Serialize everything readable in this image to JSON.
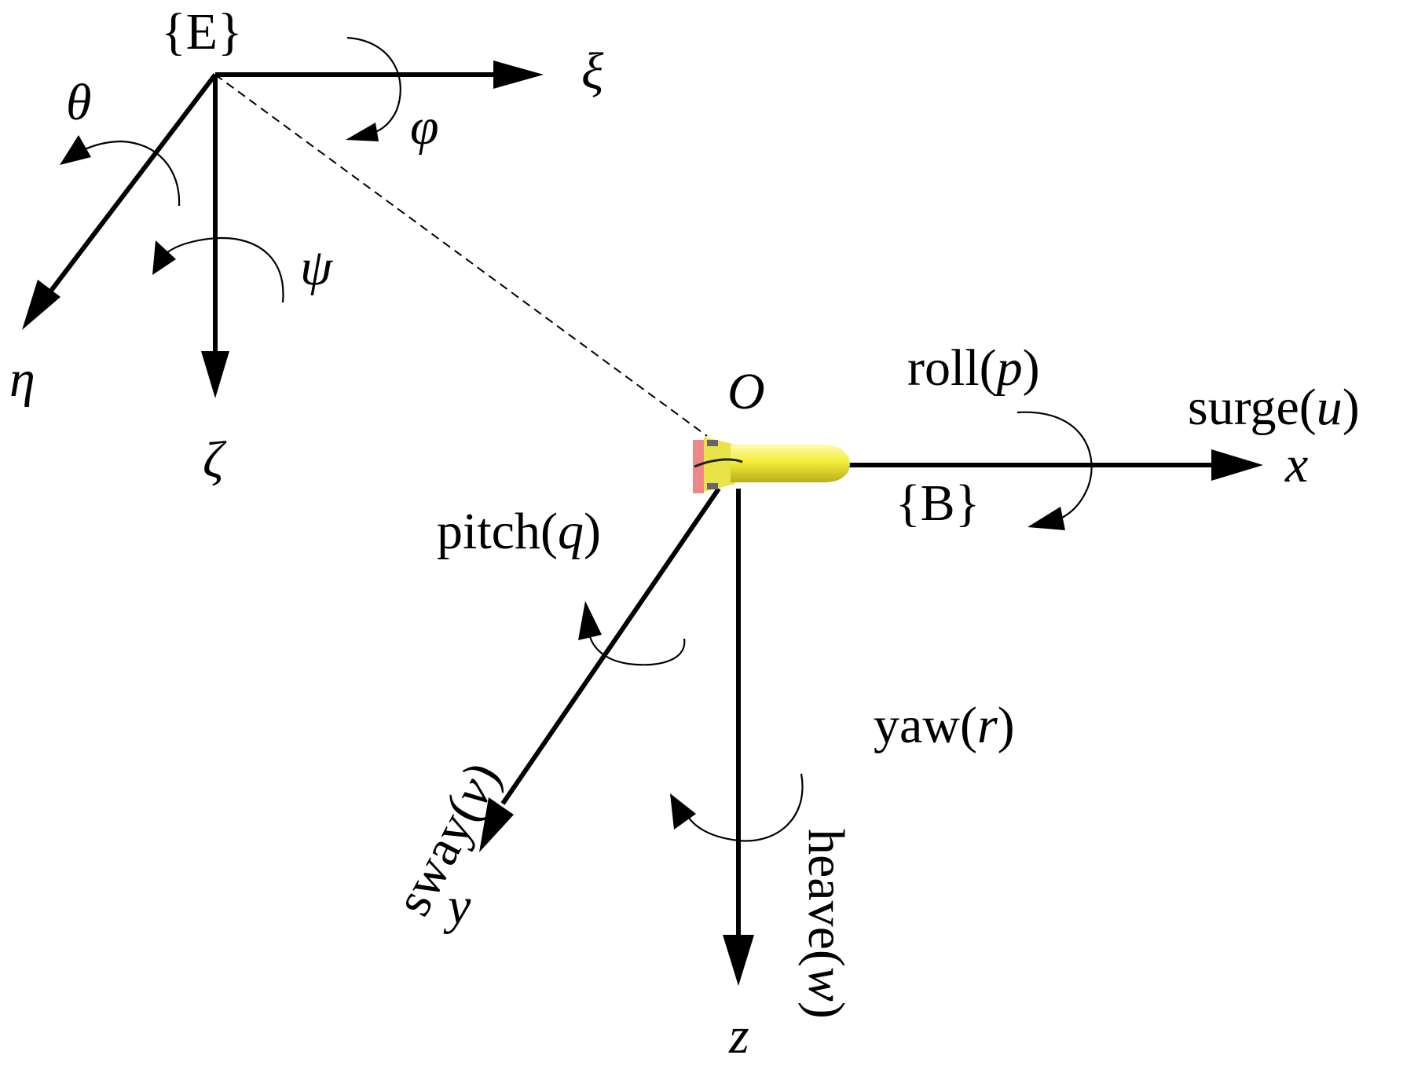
{
  "earth_frame": {
    "name": "{E}",
    "axes": {
      "xi": "ξ",
      "eta": "η",
      "zeta": "ζ"
    },
    "angles": {
      "phi": "φ",
      "theta": "θ",
      "psi": "ψ"
    }
  },
  "body_frame": {
    "name": "{B}",
    "origin": "O",
    "x_axis": {
      "symbol": "x",
      "motion": "surge",
      "var": "u"
    },
    "y_axis": {
      "symbol": "y",
      "motion": "sway",
      "var": "v"
    },
    "z_axis": {
      "symbol": "z",
      "motion": "heave",
      "var": "w"
    },
    "roll": {
      "word": "roll",
      "var": "p"
    },
    "pitch": {
      "word": "pitch",
      "var": "q"
    },
    "yaw": {
      "word": "yaw",
      "var": "r"
    }
  },
  "colors": {
    "line": "#000000",
    "vehicle_body": "#f0ec3c",
    "vehicle_tail": "#e88a8a"
  }
}
